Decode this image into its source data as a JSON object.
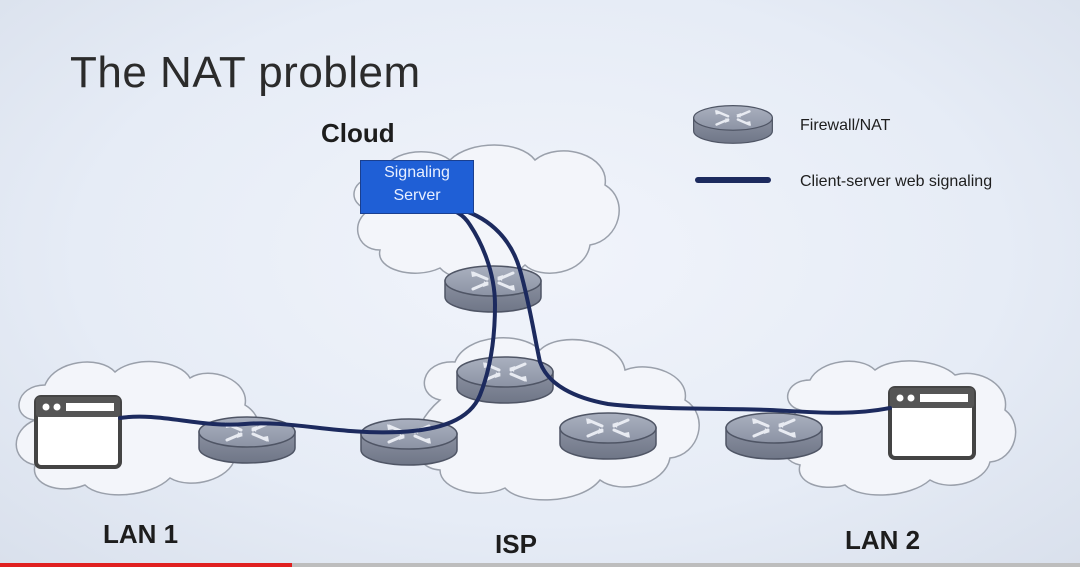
{
  "slide": {
    "title": "The NAT problem",
    "labels": {
      "cloud": "Cloud",
      "lan1": "LAN 1",
      "isp": "ISP",
      "lan2": "LAN 2"
    },
    "server": {
      "line1": "Signaling",
      "line2": "Server",
      "color": "#1f5fd6"
    },
    "legend": {
      "firewall": "Firewall/NAT",
      "signaling": "Client-server web signaling",
      "signaling_color": "#1c2a5e"
    },
    "icons": {
      "router": "router-icon",
      "client": "browser-window-icon"
    }
  },
  "video": {
    "progress_fraction": 0.27,
    "progress_color": "#e02020"
  }
}
